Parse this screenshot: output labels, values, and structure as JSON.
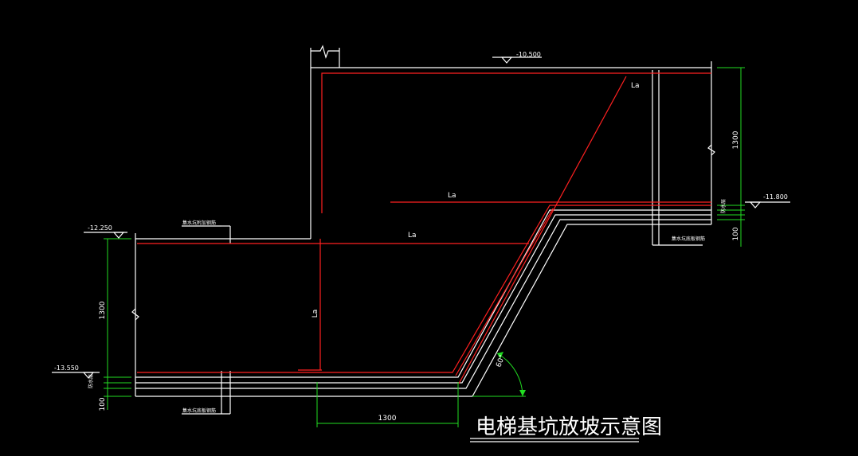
{
  "title": "电梯基坑放坡示意图",
  "elevations": {
    "top": "-10.500",
    "right": "-11.800",
    "left_upper": "-12.250",
    "left_lower": "-13.550"
  },
  "dimensions": {
    "right_height": "1300",
    "left_height": "1300",
    "bottom_length": "1300",
    "right_small": "100",
    "left_small": "100",
    "angle": "60°"
  },
  "anchor_labels": {
    "top_diagonal": "La",
    "middle_horizontal": "La",
    "upper_horizontal": "La",
    "vertical": "La"
  },
  "notes": {
    "upper_left": "集水坑附加钢筋",
    "lower_left": "集水坑底板钢筋",
    "right_bottom": "集水坑底板钢筋",
    "right_layers": "防水层",
    "left_layers": "防水层"
  },
  "colors": {
    "background": "#000000",
    "structure": "#ffffff",
    "rebar": "#ff2020",
    "dimension": "#22dd22"
  }
}
